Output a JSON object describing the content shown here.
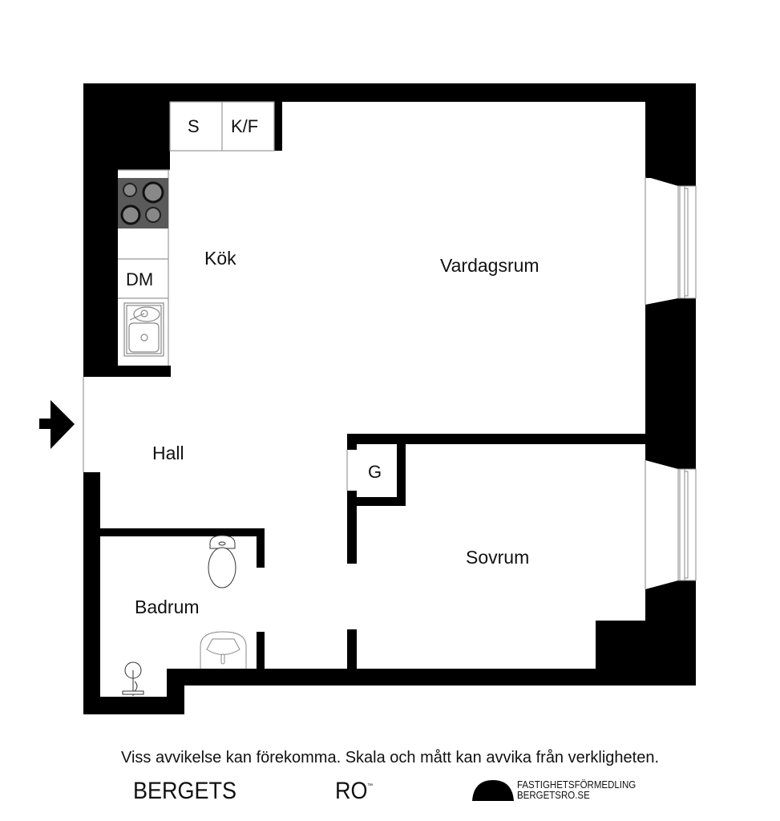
{
  "floorplan": {
    "rooms": [
      {
        "id": "kok",
        "label": "Kök"
      },
      {
        "id": "vardagsrum",
        "label": "Vardagsrum"
      },
      {
        "id": "hall",
        "label": "Hall"
      },
      {
        "id": "sovrum",
        "label": "Sovrum"
      },
      {
        "id": "badrum",
        "label": "Badrum"
      }
    ],
    "fixtures": {
      "storage": "S",
      "fridge_freezer": "K/F",
      "dishwasher": "DM",
      "wardrobe": "G"
    },
    "icons": [
      "entrance-arrow-icon",
      "stove-icon",
      "sink-icon",
      "toilet-icon",
      "washbasin-icon",
      "shower-icon",
      "window-icon"
    ],
    "colors": {
      "wall": "#000000",
      "stove": "#555555",
      "fixture_line": "#888888",
      "background": "#ffffff"
    }
  },
  "footer": {
    "disclaimer": "Viss avvikelse kan förekomma. Skala och mått kan avvika från verkligheten.",
    "brand_left": "BERGETS",
    "brand_right": "RO",
    "brand_tm": "™",
    "firm_line1": "FASTIGHETSFÖRMEDLING",
    "firm_line2": "BERGETSRO.SE"
  }
}
